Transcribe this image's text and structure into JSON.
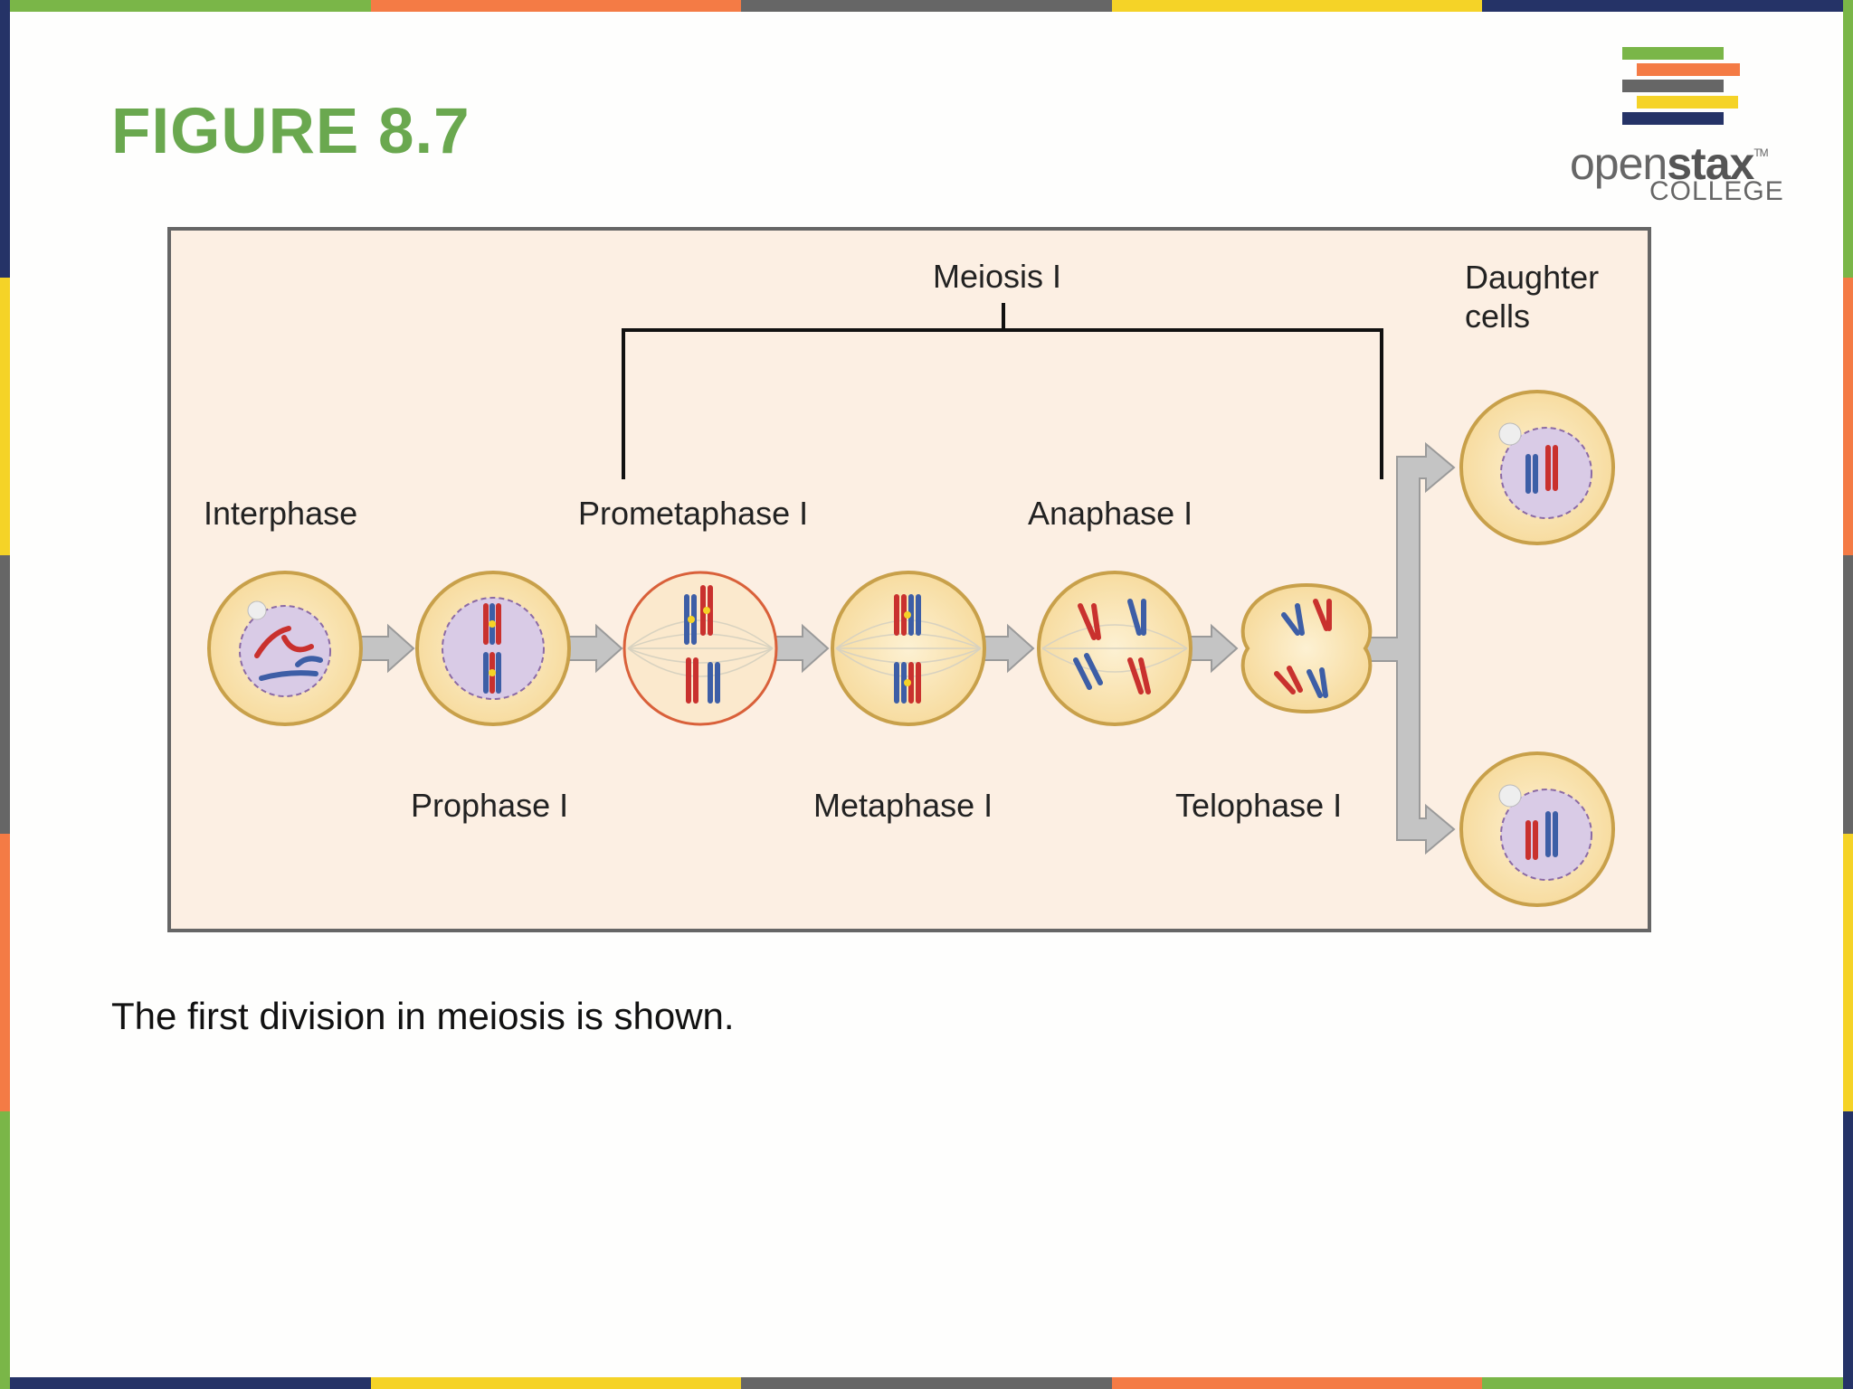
{
  "slide": {
    "figure_title": "FIGURE 8.7",
    "caption": "The first division in meiosis is shown."
  },
  "logo": {
    "word_regular": "open",
    "word_bold": "stax",
    "trademark": "TM",
    "subtitle": "COLLEGE"
  },
  "diagram": {
    "group_label": "Meiosis I",
    "daughter_label": "Daughter cells",
    "stages": [
      {
        "name": "Interphase"
      },
      {
        "name": "Prophase I"
      },
      {
        "name": "Prometaphase I"
      },
      {
        "name": "Metaphase I"
      },
      {
        "name": "Anaphase I"
      },
      {
        "name": "Telophase I"
      }
    ]
  },
  "colors": {
    "title_green": "#6aa84f",
    "stripe_green": "#7ab648",
    "stripe_orange": "#f47b45",
    "stripe_gray": "#666666",
    "stripe_yellow": "#f5d327",
    "stripe_navy": "#253367",
    "panel_bg": "#fcefe3",
    "cell_fill": "#fbe6b5",
    "nucleus_fill": "#d9cbe6",
    "chromosome_red": "#c9312e",
    "chromosome_blue": "#3d5ea6"
  }
}
